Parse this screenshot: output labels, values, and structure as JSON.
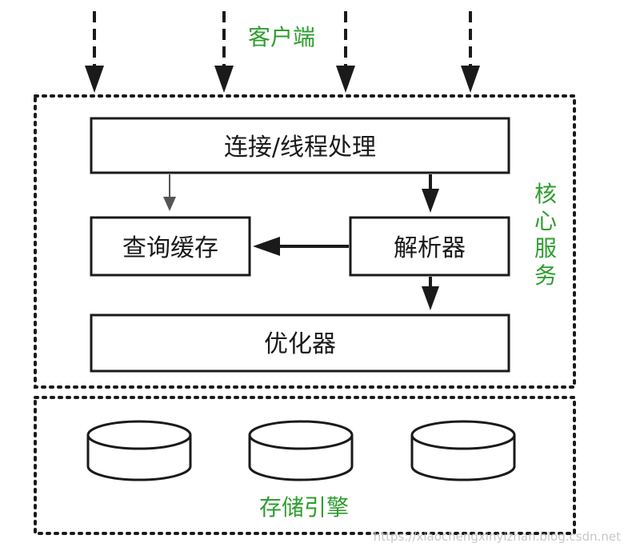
{
  "diagram": {
    "client_label": "客户端",
    "core_service_label": "核心服务",
    "storage_engine_label": "存储引擎",
    "boxes": {
      "connection": "连接/线程处理",
      "query_cache": "查询缓存",
      "parser": "解析器",
      "optimizer": "优化器"
    },
    "watermark": "https://xiaochengxinyizhan.blog.csdn.net",
    "colors": {
      "green": "#2e9e2e",
      "line": "#1a1a1a"
    }
  }
}
